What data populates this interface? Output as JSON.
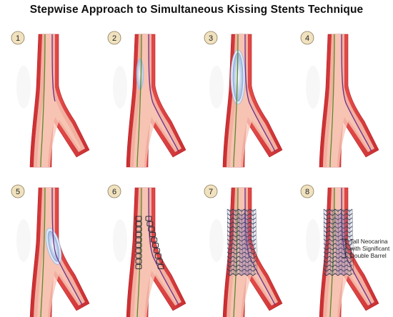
{
  "title": "Stepwise Approach to Simultaneous Kissing Stents Technique",
  "panels": [
    {
      "number": "1",
      "balloon": "none",
      "stent": "none",
      "wire_extent": "partial"
    },
    {
      "number": "2",
      "balloon": "small",
      "stent": "none",
      "wire_extent": "full"
    },
    {
      "number": "3",
      "balloon": "large",
      "stent": "none",
      "wire_extent": "full"
    },
    {
      "number": "4",
      "balloon": "none",
      "stent": "none",
      "wire_extent": "full"
    },
    {
      "number": "5",
      "balloon": "branch",
      "stent": "none",
      "wire_extent": "full"
    },
    {
      "number": "6",
      "balloon": "none",
      "stent": "crimped",
      "wire_extent": "full"
    },
    {
      "number": "7",
      "balloon": "none",
      "stent": "deployed",
      "wire_extent": "full"
    },
    {
      "number": "8",
      "balloon": "none",
      "stent": "deployed",
      "wire_extent": "full",
      "annotation": true
    }
  ],
  "annotation": {
    "lines": [
      "Tall Neocarina",
      "with Significant",
      "Double Barrel"
    ]
  },
  "colors": {
    "vessel_outer": "#d83a3a",
    "vessel_inner": "#f2b0a0",
    "wire_green": "#5a8a2a",
    "wire_purple": "#6b2e8a",
    "balloon": "#b9cde8",
    "stent": "#2b2b3a",
    "badge_fill": "#f1e2bf",
    "badge_stroke": "#8a7a5a"
  }
}
